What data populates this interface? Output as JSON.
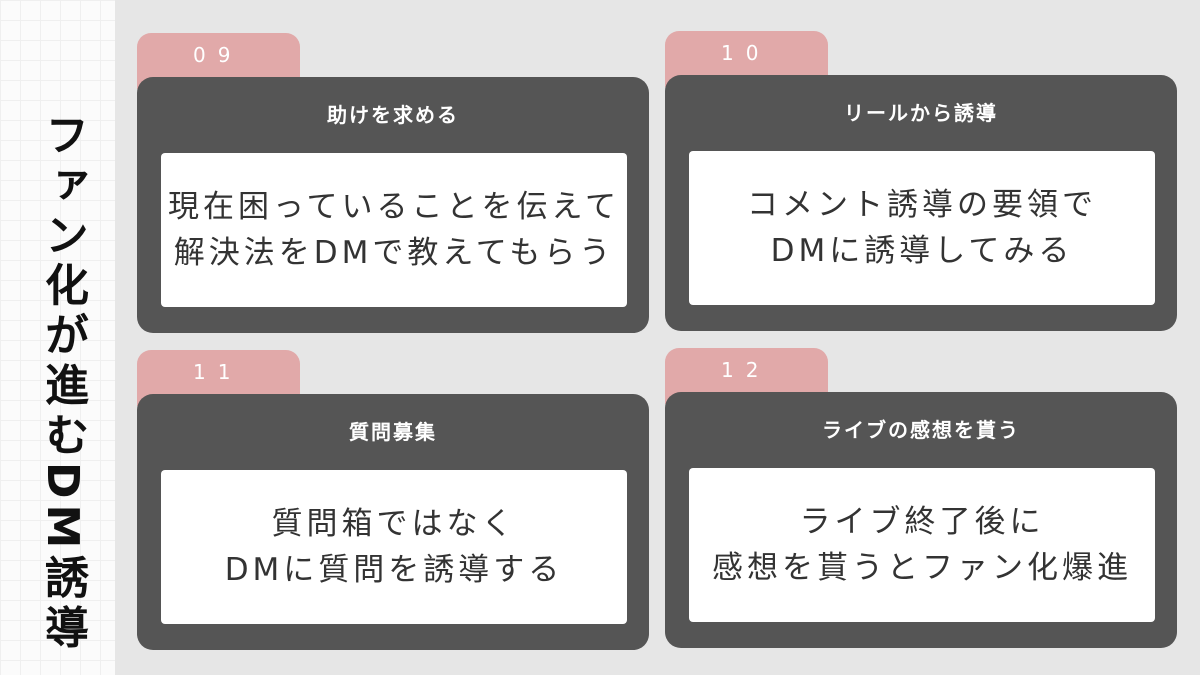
{
  "sidebar": {
    "title": "ファン化が進むDM誘導"
  },
  "cards": [
    {
      "number": "09",
      "title": "助けを求める",
      "lines": [
        "現在困っていることを伝えて",
        "解決法をDMで教えてもらう"
      ]
    },
    {
      "number": "10",
      "title": "リールから誘導",
      "lines": [
        "コメント誘導の要領で",
        "DMに誘導してみる"
      ]
    },
    {
      "number": "11",
      "title": "質問募集",
      "lines": [
        "質問箱ではなく",
        "DMに質問を誘導する"
      ]
    },
    {
      "number": "12",
      "title": "ライブの感想を貰う",
      "lines": [
        "ライブ終了後に",
        "感想を貰うとファン化爆進"
      ]
    }
  ]
}
